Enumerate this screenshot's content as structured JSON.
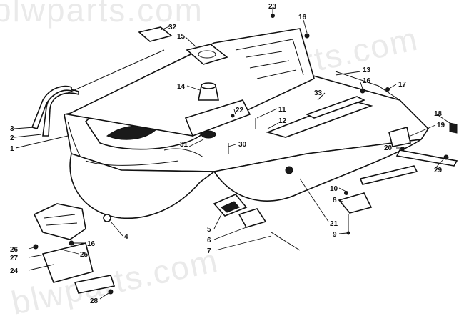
{
  "watermark": {
    "top": "blwparts.com",
    "middle": "blwparts.com",
    "bottom": "blwparts.com"
  },
  "callouts": [
    {
      "id": "c1",
      "label": "1"
    },
    {
      "id": "c2",
      "label": "2"
    },
    {
      "id": "c3",
      "label": "3"
    },
    {
      "id": "c4",
      "label": "4"
    },
    {
      "id": "c5",
      "label": "5"
    },
    {
      "id": "c6",
      "label": "6"
    },
    {
      "id": "c7",
      "label": "7"
    },
    {
      "id": "c8",
      "label": "8"
    },
    {
      "id": "c9",
      "label": "9"
    },
    {
      "id": "c10",
      "label": "10"
    },
    {
      "id": "c11",
      "label": "11"
    },
    {
      "id": "c12",
      "label": "12"
    },
    {
      "id": "c13",
      "label": "13"
    },
    {
      "id": "c14",
      "label": "14"
    },
    {
      "id": "c15",
      "label": "15"
    },
    {
      "id": "c16a",
      "label": "16"
    },
    {
      "id": "c16b",
      "label": "16"
    },
    {
      "id": "c16c",
      "label": "16"
    },
    {
      "id": "c17",
      "label": "17"
    },
    {
      "id": "c18",
      "label": "18"
    },
    {
      "id": "c19",
      "label": "19"
    },
    {
      "id": "c20",
      "label": "20"
    },
    {
      "id": "c21",
      "label": "21"
    },
    {
      "id": "c22",
      "label": "22"
    },
    {
      "id": "c23",
      "label": "23"
    },
    {
      "id": "c24",
      "label": "24"
    },
    {
      "id": "c25",
      "label": "25"
    },
    {
      "id": "c26",
      "label": "26"
    },
    {
      "id": "c27",
      "label": "27"
    },
    {
      "id": "c28",
      "label": "28"
    },
    {
      "id": "c29",
      "label": "29"
    },
    {
      "id": "c30",
      "label": "30"
    },
    {
      "id": "c31",
      "label": "31"
    },
    {
      "id": "c32",
      "label": "32"
    },
    {
      "id": "c33",
      "label": "33"
    }
  ]
}
